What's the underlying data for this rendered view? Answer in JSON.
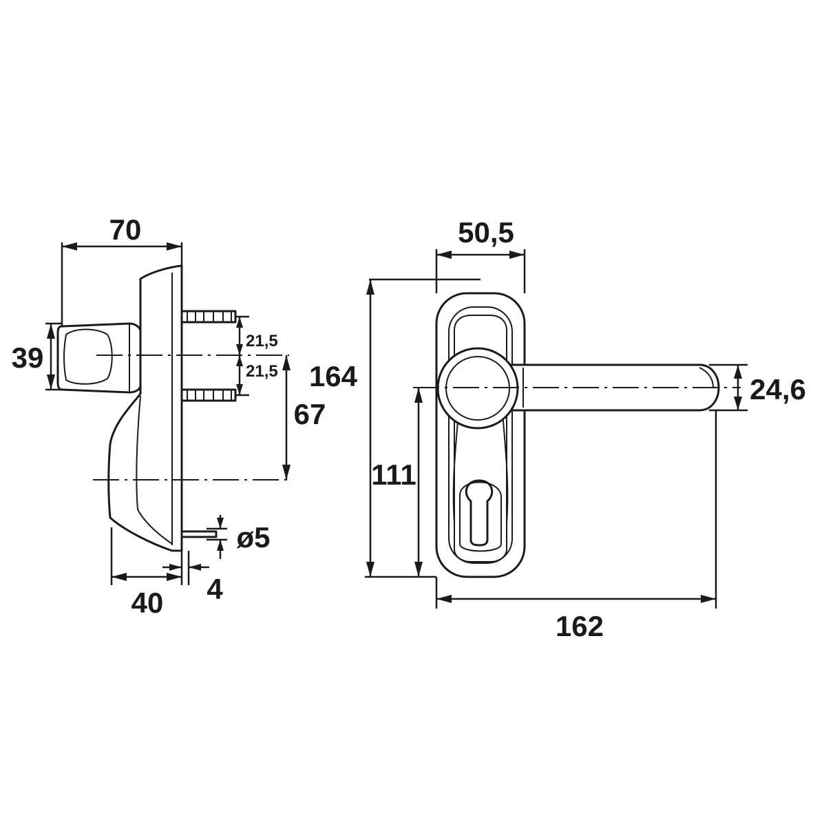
{
  "side_view": {
    "dimensions": {
      "overall_width": "70",
      "knob_height": "39",
      "pin_spacing_upper": "21,5",
      "pin_spacing_lower": "21,5",
      "center_to_cylinder": "67",
      "pin_diameter": "ø5",
      "pin_length": "4",
      "base_depth": "40"
    }
  },
  "front_view": {
    "dimensions": {
      "plate_width": "50,5",
      "plate_height": "164",
      "handle_thickness": "24,6",
      "center_height": "111",
      "handle_length": "162"
    }
  },
  "colors": {
    "line": "#1a1a1a",
    "background": "#ffffff"
  }
}
